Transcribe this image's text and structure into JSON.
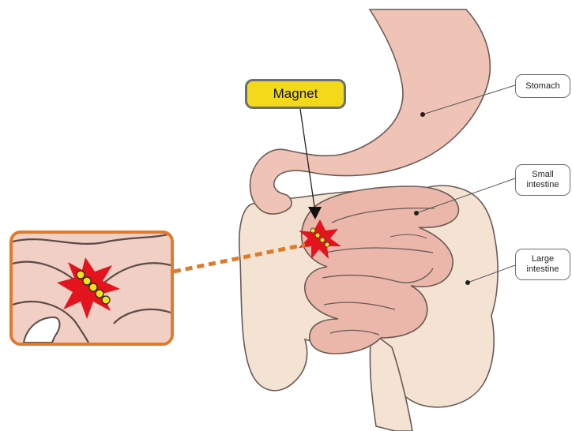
{
  "labels": {
    "magnet": "Magnet",
    "stomach": "Stomach",
    "small_intestine": "Small\nintestine",
    "large_intestine": "Large\nintestine"
  },
  "colors": {
    "organ_pink": "#efc4b6",
    "organ_outline": "#6b5a55",
    "large_intestine": "#f4e3d3",
    "magnet_yellow": "#f2da1a",
    "burst_red": "#e3141d",
    "zoom_orange": "#e07a2c"
  }
}
